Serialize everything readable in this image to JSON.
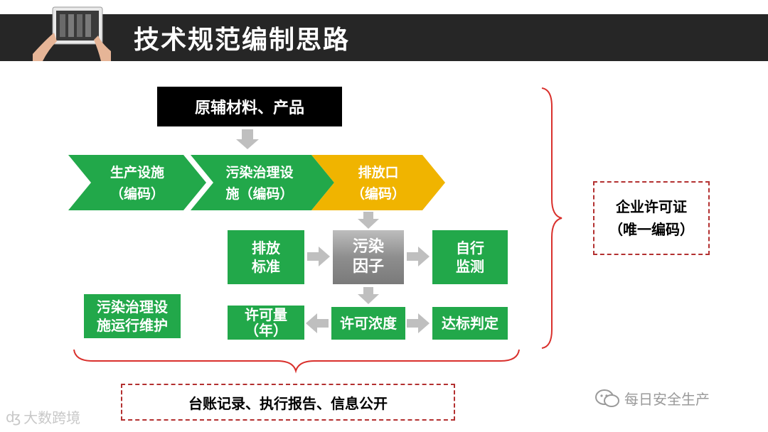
{
  "header": {
    "title": "技术规范编制思路"
  },
  "top_box": "原辅材料、产品",
  "chevrons": [
    {
      "line1": "生产设施",
      "line2": "（编码）",
      "color": "#22a84a"
    },
    {
      "line1": "污染治理设",
      "line2": "施（编码）",
      "color": "#22a84a"
    },
    {
      "line1": "排放口",
      "line2": "（编码）",
      "color": "#f0b400"
    }
  ],
  "boxes": {
    "standard": {
      "line1": "排放",
      "line2": "标准"
    },
    "factor": {
      "line1": "污染",
      "line2": "因子"
    },
    "self_monitor": {
      "line1": "自行",
      "line2": "监测"
    },
    "maintenance": {
      "line1": "污染治理设",
      "line2": "施运行维护"
    },
    "permit_amount": {
      "line1": "许可量",
      "line2": "（年）"
    },
    "permit_conc": "许可浓度",
    "compliance": "达标判定"
  },
  "license_box": {
    "line1": "企业许可证",
    "line2": "（唯一编码）"
  },
  "bottom_box": "台账记录、执行报告、信息公开",
  "watermarks": {
    "left": "大数跨境",
    "right": "每日安全生产"
  },
  "colors": {
    "green": "#22a84a",
    "yellow": "#f0b400",
    "header": "#262626",
    "dash": "#b33030",
    "arrow": "#bfbfbf"
  }
}
